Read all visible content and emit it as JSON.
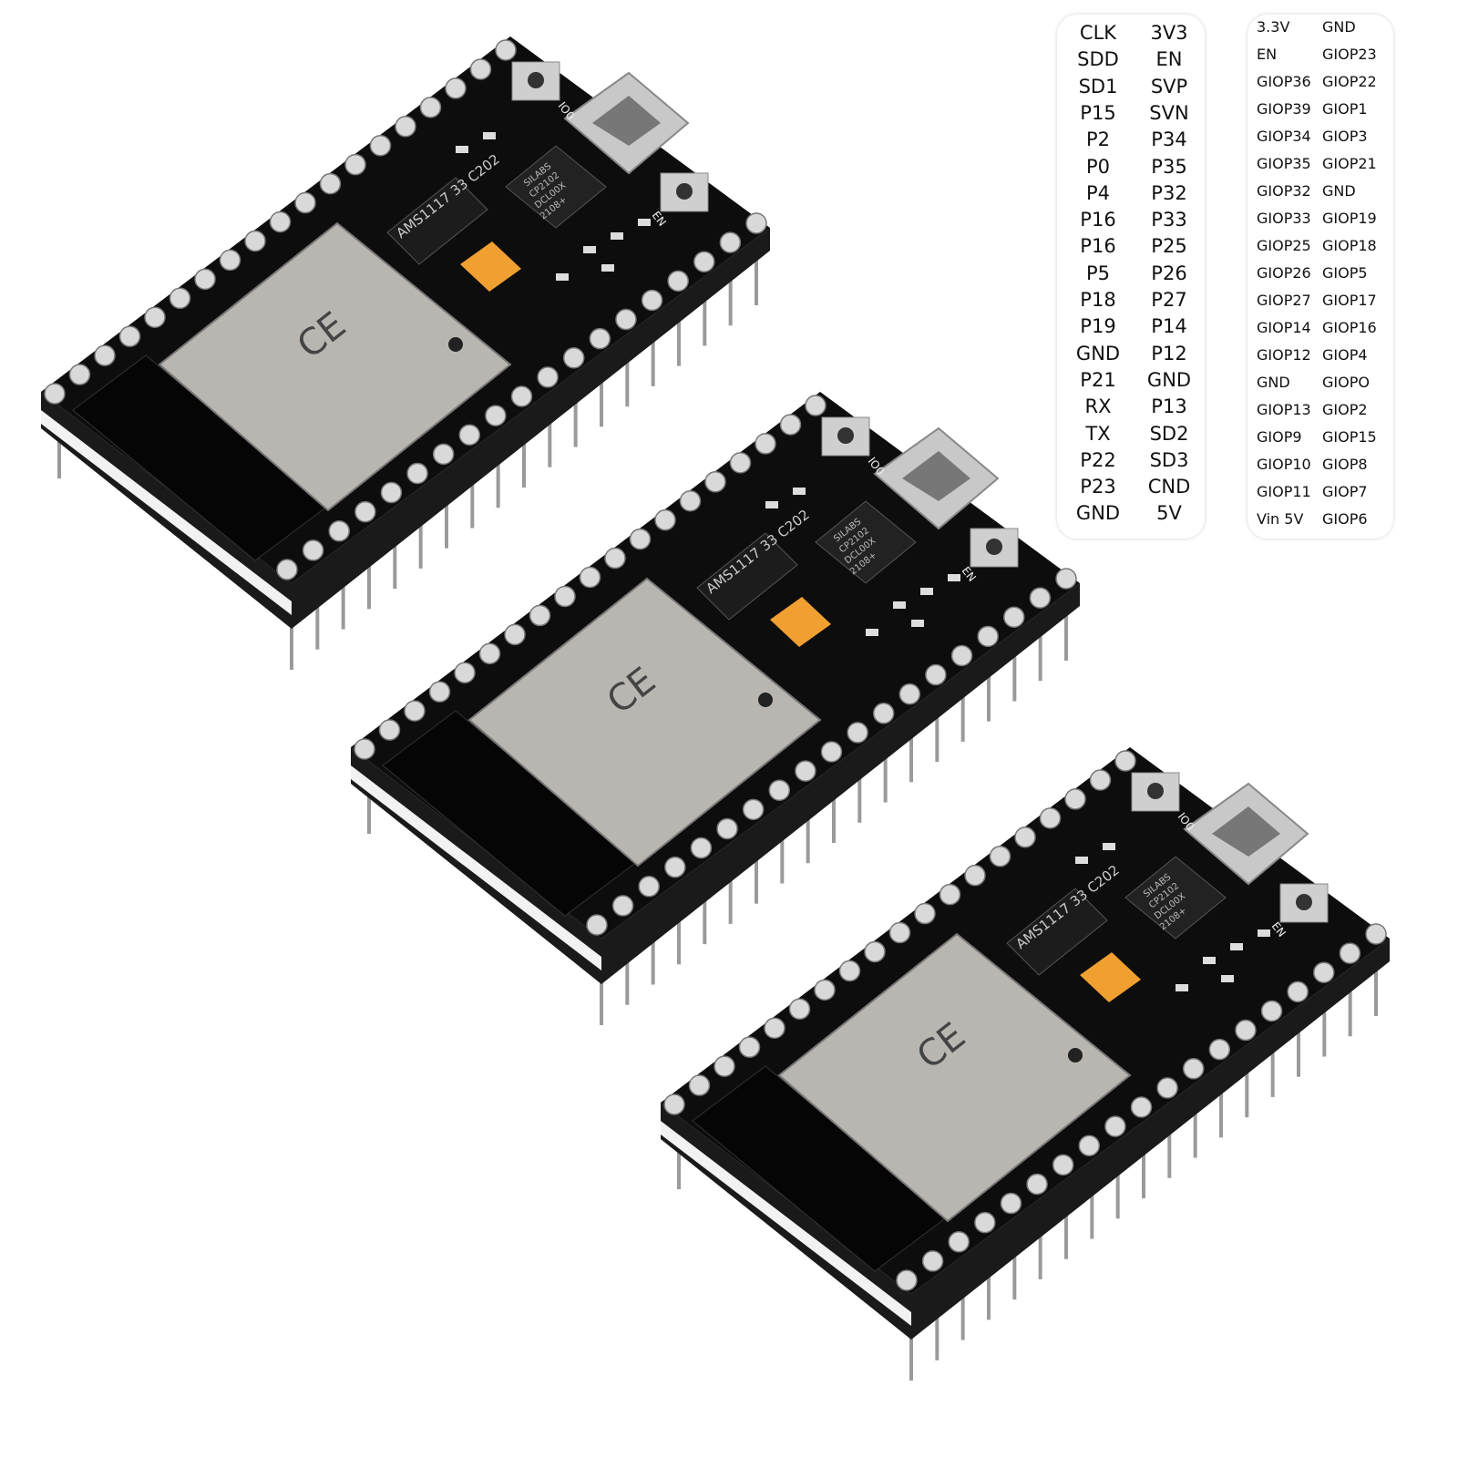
{
  "colors": {
    "pcb": "#0d0d0d",
    "shield": "#b9b6b2",
    "pad": "#d9d9d9",
    "capacitor": "#f0a030",
    "pin": "#9a9a9a"
  },
  "boards": {
    "count": 3,
    "regulator_label": "AMS1117 33 C202",
    "usb_chip_label": [
      "SILABS",
      "CP2102",
      "DCL00X",
      "2108+"
    ],
    "button_labels": [
      "IO0",
      "EN"
    ]
  },
  "pinout_simple": {
    "rows": [
      [
        "CLK",
        "3V3"
      ],
      [
        "SDD",
        "EN"
      ],
      [
        "SD1",
        "SVP"
      ],
      [
        "P15",
        "SVN"
      ],
      [
        "P2",
        "P34"
      ],
      [
        "P0",
        "P35"
      ],
      [
        "P4",
        "P32"
      ],
      [
        "P16",
        "P33"
      ],
      [
        "P16",
        "P25"
      ],
      [
        "P5",
        "P26"
      ],
      [
        "P18",
        "P27"
      ],
      [
        "P19",
        "P14"
      ],
      [
        "GND",
        "P12"
      ],
      [
        "P21",
        "GND"
      ],
      [
        "RX",
        "P13"
      ],
      [
        "TX",
        "SD2"
      ],
      [
        "P22",
        "SD3"
      ],
      [
        "P23",
        "CND"
      ],
      [
        "GND",
        "5V"
      ]
    ]
  },
  "pinout_gpio": {
    "rows": [
      [
        "3.3V",
        "GND"
      ],
      [
        "EN",
        "GIOP23"
      ],
      [
        "GIOP36",
        "GIOP22"
      ],
      [
        "GIOP39",
        "GIOP1"
      ],
      [
        "GIOP34",
        "GIOP3"
      ],
      [
        "GIOP35",
        "GIOP21"
      ],
      [
        "GIOP32",
        "GND"
      ],
      [
        "GIOP33",
        "GIOP19"
      ],
      [
        "GIOP25",
        "GIOP18"
      ],
      [
        "GIOP26",
        "GIOP5"
      ],
      [
        "GIOP27",
        "GIOP17"
      ],
      [
        "GIOP14",
        "GIOP16"
      ],
      [
        "GIOP12",
        "GIOP4"
      ],
      [
        "GND",
        "GIOPO"
      ],
      [
        "GIOP13",
        "GIOP2"
      ],
      [
        "GIOP9",
        "GIOP15"
      ],
      [
        "GIOP10",
        "GIOP8"
      ],
      [
        "GIOP11",
        "GIOP7"
      ],
      [
        "Vin 5V",
        "GIOP6"
      ]
    ]
  }
}
